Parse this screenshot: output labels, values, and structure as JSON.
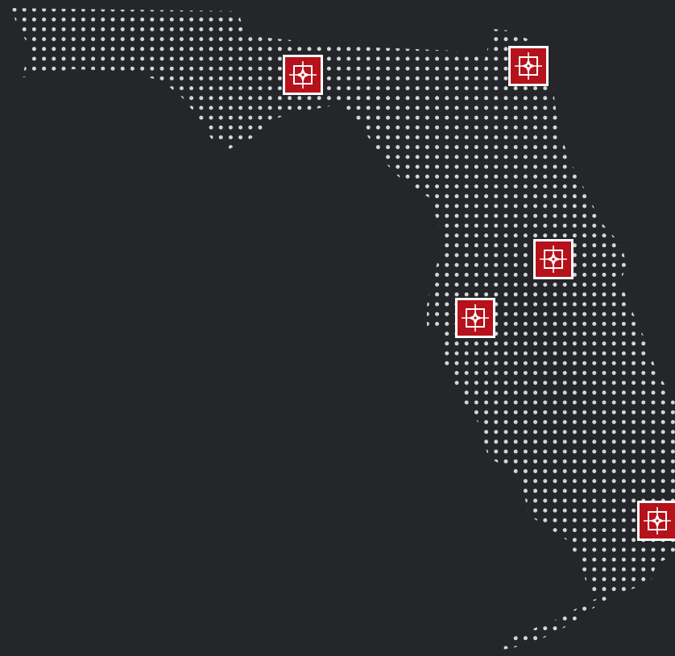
{
  "map": {
    "region": "Florida",
    "style": "dot-matrix",
    "background_color": "#252629",
    "dot_color": "#d4d5d8",
    "markers": [
      {
        "id": "tallahassee",
        "icon": "compass-star-icon",
        "fill_color": "#b5121b",
        "border_color": "#ffffff"
      },
      {
        "id": "jacksonville",
        "icon": "compass-star-icon",
        "fill_color": "#b5121b",
        "border_color": "#ffffff"
      },
      {
        "id": "orlando",
        "icon": "compass-star-icon",
        "fill_color": "#b5121b",
        "border_color": "#ffffff"
      },
      {
        "id": "tampa",
        "icon": "compass-star-icon",
        "fill_color": "#b5121b",
        "border_color": "#ffffff"
      },
      {
        "id": "miami",
        "icon": "compass-star-icon",
        "fill_color": "#b5121b",
        "border_color": "#ffffff"
      }
    ]
  }
}
